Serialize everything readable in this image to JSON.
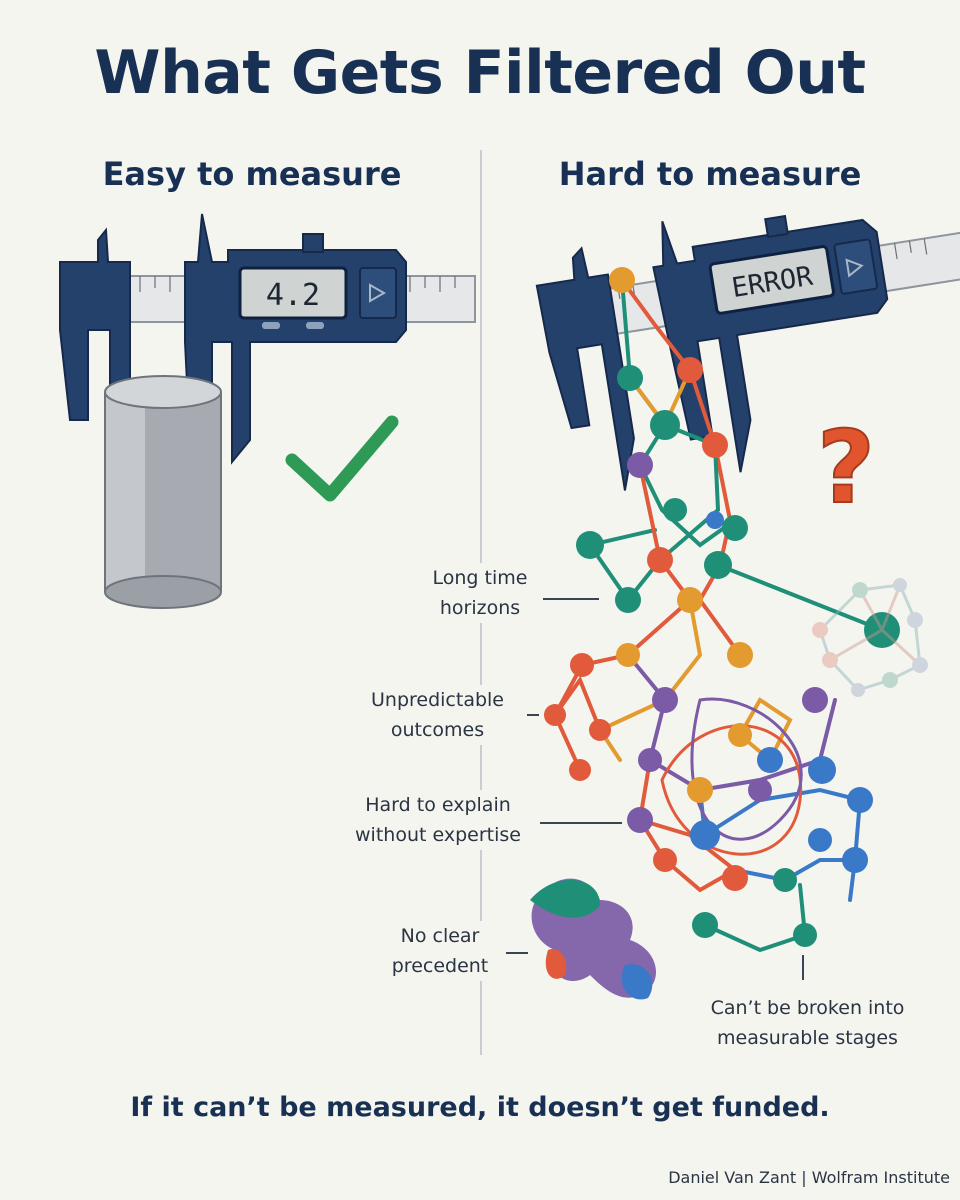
{
  "title": "What Gets Filtered Out",
  "left": {
    "heading": "Easy to measure",
    "display": "4.2"
  },
  "right": {
    "heading": "Hard to measure",
    "display": "ERROR",
    "question": "?"
  },
  "labels": {
    "long_time_1": "Long time",
    "long_time_2": "horizons",
    "unpredictable_1": "Unpredictable",
    "unpredictable_2": "outcomes",
    "hard_explain_1": "Hard to explain",
    "hard_explain_2": "without expertise",
    "no_precedent_1": "No clear",
    "no_precedent_2": "precedent",
    "stages_1": "Can’t be broken into",
    "stages_2": "measurable stages"
  },
  "footer": "If it can’t be measured, it doesn’t get funded.",
  "credit": "Daniel Van Zant | Wolfram Institute",
  "colors": {
    "navy": "#173054",
    "check": "#2f9a55",
    "question": "#e0552d",
    "node_teal": "#1f8f78",
    "node_orange": "#e39a2f",
    "node_red": "#e15a3b",
    "node_purple": "#7b5aa6",
    "node_blue": "#3a78c8"
  }
}
